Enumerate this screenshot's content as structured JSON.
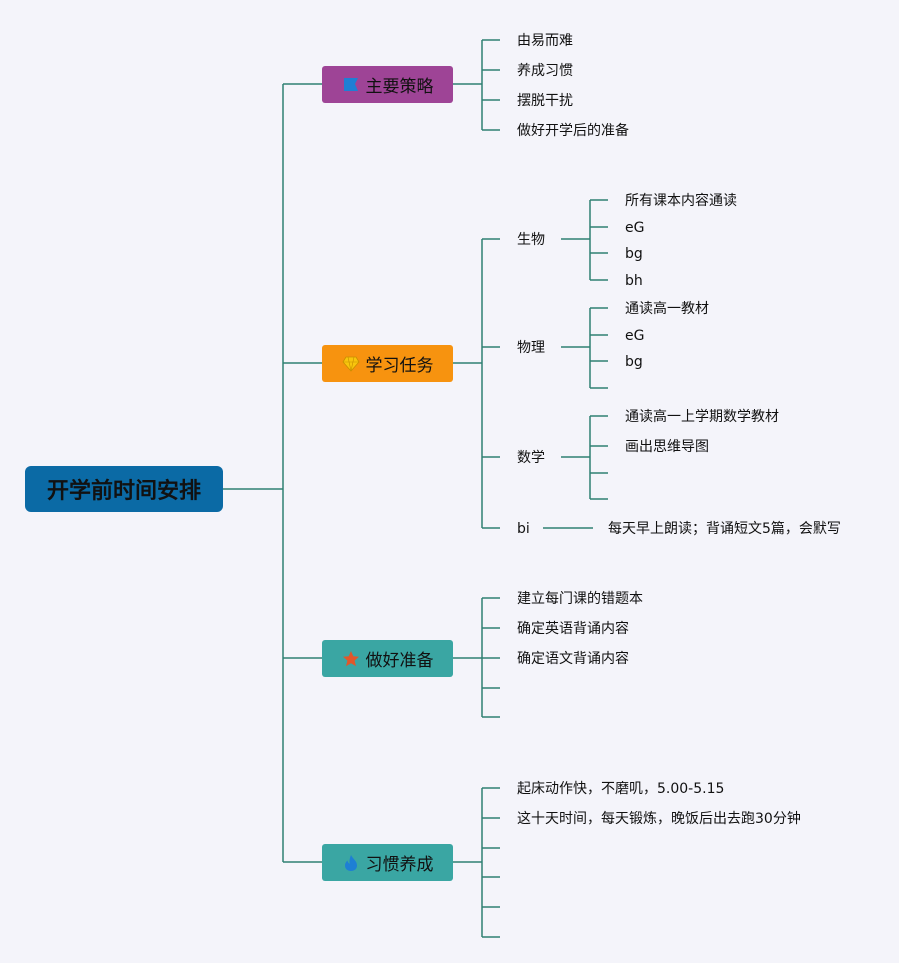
{
  "root": {
    "label": "开学前时间安排"
  },
  "branches": [
    {
      "label": "主要策略",
      "icon": "flag-icon",
      "color": "#9e4496"
    },
    {
      "label": "学习任务",
      "icon": "diamond-icon",
      "color": "#f7930f"
    },
    {
      "label": "做好准备",
      "icon": "star-icon",
      "color": "#3aa6a3"
    },
    {
      "label": "习惯养成",
      "icon": "flame-icon",
      "color": "#3aa6a3"
    }
  ],
  "strategy": {
    "items": [
      "由易而难",
      "养成习惯",
      "摆脱干扰",
      "做好开学后的准备"
    ]
  },
  "tasks": {
    "biology": {
      "label": "生物",
      "items": [
        "所有课本内容通读",
        "eG",
        "bg",
        "bh"
      ]
    },
    "physics": {
      "label": "物理",
      "items": [
        "通读高一教材",
        "eG",
        "bg",
        ""
      ]
    },
    "math": {
      "label": "数学",
      "items": [
        "通读高一上学期数学教材",
        "画出思维导图",
        "",
        ""
      ]
    },
    "bi": {
      "label": "bi",
      "items": [
        "每天早上朗读；背诵短文5篇，会默写"
      ]
    }
  },
  "prepare": {
    "items": [
      "建立每门课的错题本",
      "确定英语背诵内容",
      "确定语文背诵内容",
      "",
      ""
    ]
  },
  "habits": {
    "items": [
      "起床动作快，不磨叽，5.00-5.15",
      "这十天时间，每天锻炼，晚饭后出去跑30分钟",
      "",
      "",
      "",
      ""
    ]
  },
  "colors": {
    "line": "#2f8073",
    "icon_flag": "#1e7fd4",
    "icon_diamond": "#f8c50d",
    "icon_star": "#e0572a",
    "icon_flame": "#1e7fd4"
  }
}
